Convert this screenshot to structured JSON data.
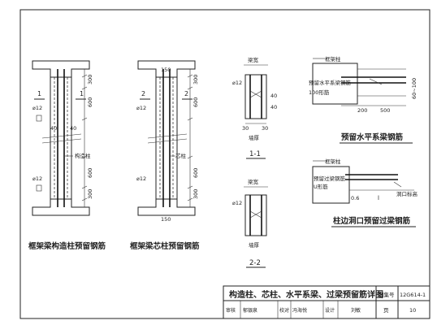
{
  "diagram": {
    "fig_a": {
      "caption": "框架梁构造柱预留钢筋",
      "section_left": "1",
      "section_right": "1",
      "rebar": "⌀12",
      "rebar2": "⌀12",
      "dim_top": "300",
      "dim_mid": "600",
      "dim_bot_mid": "600",
      "dim_bot": "300",
      "w1": "40",
      "w2": "40",
      "label": "构造柱"
    },
    "fig_b": {
      "caption": "框架梁芯柱预留钢筋",
      "section_left": "2",
      "section_right": "2",
      "rebar": "⌀12",
      "rebar2": "⌀12",
      "dim_top_h": "150",
      "dim_bot_h": "150",
      "dim_top": "300",
      "dim_mid": "600",
      "dim_bot_mid": "600",
      "dim_bot": "300",
      "label": "芯柱"
    },
    "sec_1": {
      "title": "1-1",
      "width_label": "梁宽",
      "thick_label": "墙厚",
      "rebar": "⌀12",
      "d1": "40",
      "d2": "40",
      "d3": "30",
      "d4": "30"
    },
    "sec_2": {
      "title": "2-2",
      "width_label": "梁宽",
      "thick_label": "墙厚",
      "rebar": "⌀12"
    },
    "fig_c": {
      "caption": "预留水平系梁钢筋",
      "label_frame": "框架柱",
      "label_bar": "预留水平系梁钢筋",
      "label_hook": "100形筋",
      "dim1": "200",
      "dim2": "500",
      "dim3": "60~100"
    },
    "fig_d": {
      "caption": "柱边洞口预留过梁钢筋",
      "label_frame": "框架柱",
      "label_bar": "预留过梁钢筋",
      "label_hook": "U形筋",
      "label_open": "洞口标高",
      "dim1": "0.6",
      "dim2": "l"
    }
  },
  "title_block": {
    "title": "构造柱、芯柱、水平系梁、过梁预留筋详图",
    "atlas_label": "图集号",
    "atlas_no": "12G614-1",
    "review_label": "审核",
    "reviewer": "郁银泉",
    "check_label": "校对",
    "checker": "冯海悦",
    "design_label": "设计",
    "designer": "刘敏",
    "page_label": "页",
    "page_no": "10"
  }
}
